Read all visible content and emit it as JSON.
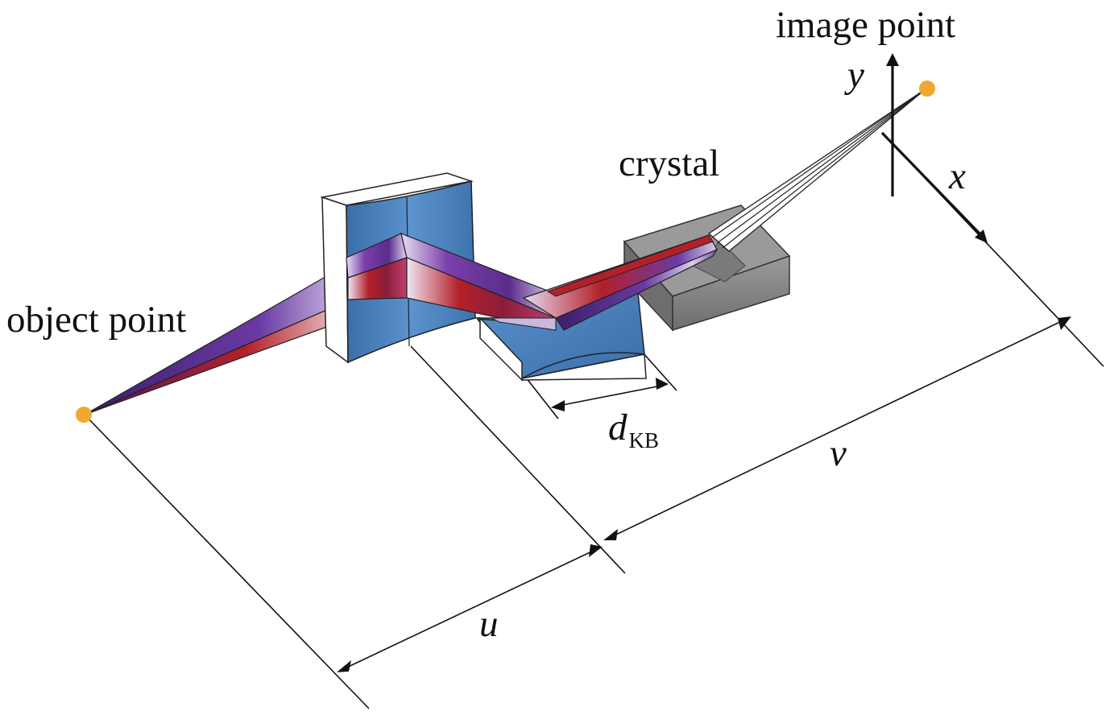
{
  "labels": {
    "image_point": "image point",
    "crystal": "crystal",
    "object_point": "object point",
    "y_axis": "y",
    "x_axis": "x",
    "d_kb_main": "d",
    "d_kb_sub": "KB",
    "u": "u",
    "v": "v"
  },
  "colors": {
    "mirror_blue": "#4f86c4",
    "mirror_blue_dark": "#3a6ea8",
    "beam_purple": "#5a2d8c",
    "beam_red": "#b3202a",
    "beam_light": "#e8dff2",
    "crystal_gray": "#8c8c8c",
    "point_orange": "#f0a830",
    "line": "#111111"
  }
}
